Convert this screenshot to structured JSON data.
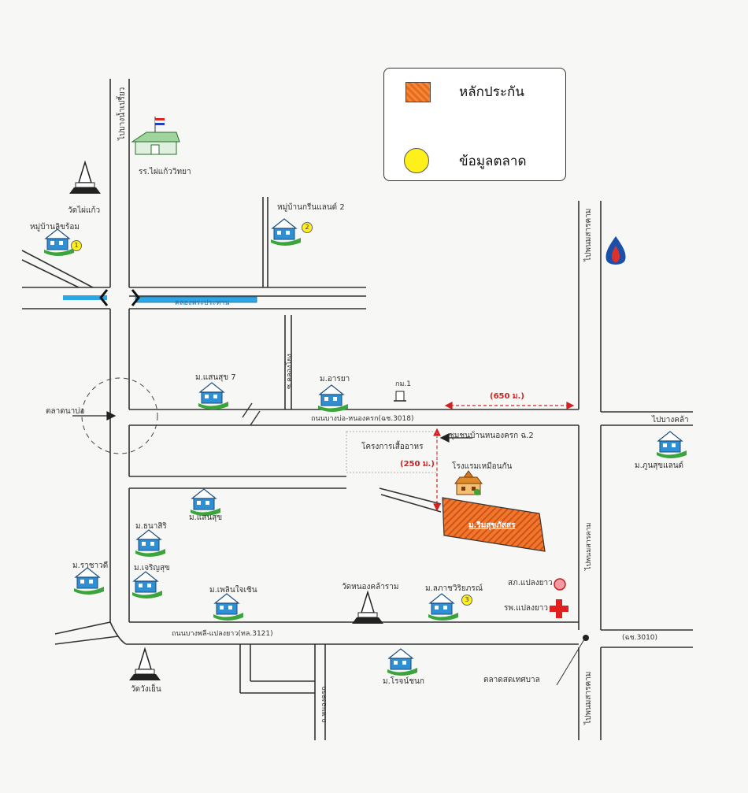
{
  "legend": {
    "collateral_label": "หลักประกัน",
    "market_data_label": "ข้อมูลตลาด",
    "collateral_color": "#e86a1d",
    "market_color": "#ffef1a"
  },
  "roads": {
    "main_road": "ถนนบางบ่อ-หนองครก(ฉช.3018)",
    "south_road": "ถนนบางพลี-แปลงยาว(ทล.3121)",
    "road_3010": "(ฉช.3010)",
    "to_bangnam": "ไปบางน้ำเปรี้ยว",
    "to_phanom": "ไปพนมสารคาม",
    "to_bangkhla": "ไปบางคล้า",
    "to_nongkhrok": "ไปพนมสารคาม"
  },
  "distances": {
    "d650": "(650 ม.)",
    "d250": "(250 ม.)"
  },
  "places": {
    "school": "รร.ไผ่แก้ววิทยา",
    "wat_phaikaeo": "วัดไผ่แก้ว",
    "village_1": "หมู่บ้านลิขร้อม",
    "village_green": "หมู่บ้านกรีนแลนด์ 2",
    "canal": "คลองพระประทาน",
    "market": "ตลาดนาบ่อ",
    "mo_saensuk7": "ม.แสนสุข 7",
    "mo_araya": "ม.อารยา",
    "soi": "ซ.คลองโยง",
    "km": "กม.1",
    "community": "ชุมชนบ้านหนองครก ฉ.2",
    "project": "โครงการเสื้ออาหร",
    "hotel": "โรงแรมเหมือนกัน",
    "subject": "ม.ริมสุขภัสสร",
    "mo_supradis": "ม.ภูนสุขแลนด์",
    "mo_saensuk": "ม.แสนสุข",
    "mo_thanasiri": "ม.ธนาสิริ",
    "mo_charoensuk": "ม.เจริญสุข",
    "mo_rachawadi": "ม.ราชาวดี",
    "mo_pleonplern": "ม.เพลินใจเชิน",
    "wat_nongkhla": "วัดหนองคล้าราม",
    "mo_lakhiwiriya": "ม.ลภาชวิริยภรณ์",
    "police": "สภ.แปลงยาว",
    "hospital": "รพ.แปลงยาว",
    "wat_wangyen": "วัดวังเย็น",
    "mo_rojchanaka": "ม.โรจน์ชนก",
    "market_sad": "ตลาดสดเทศบาล",
    "road_to_nongkhrok": "ถ.หนองครก",
    "num1": "1",
    "num2": "2",
    "num3": "3"
  }
}
